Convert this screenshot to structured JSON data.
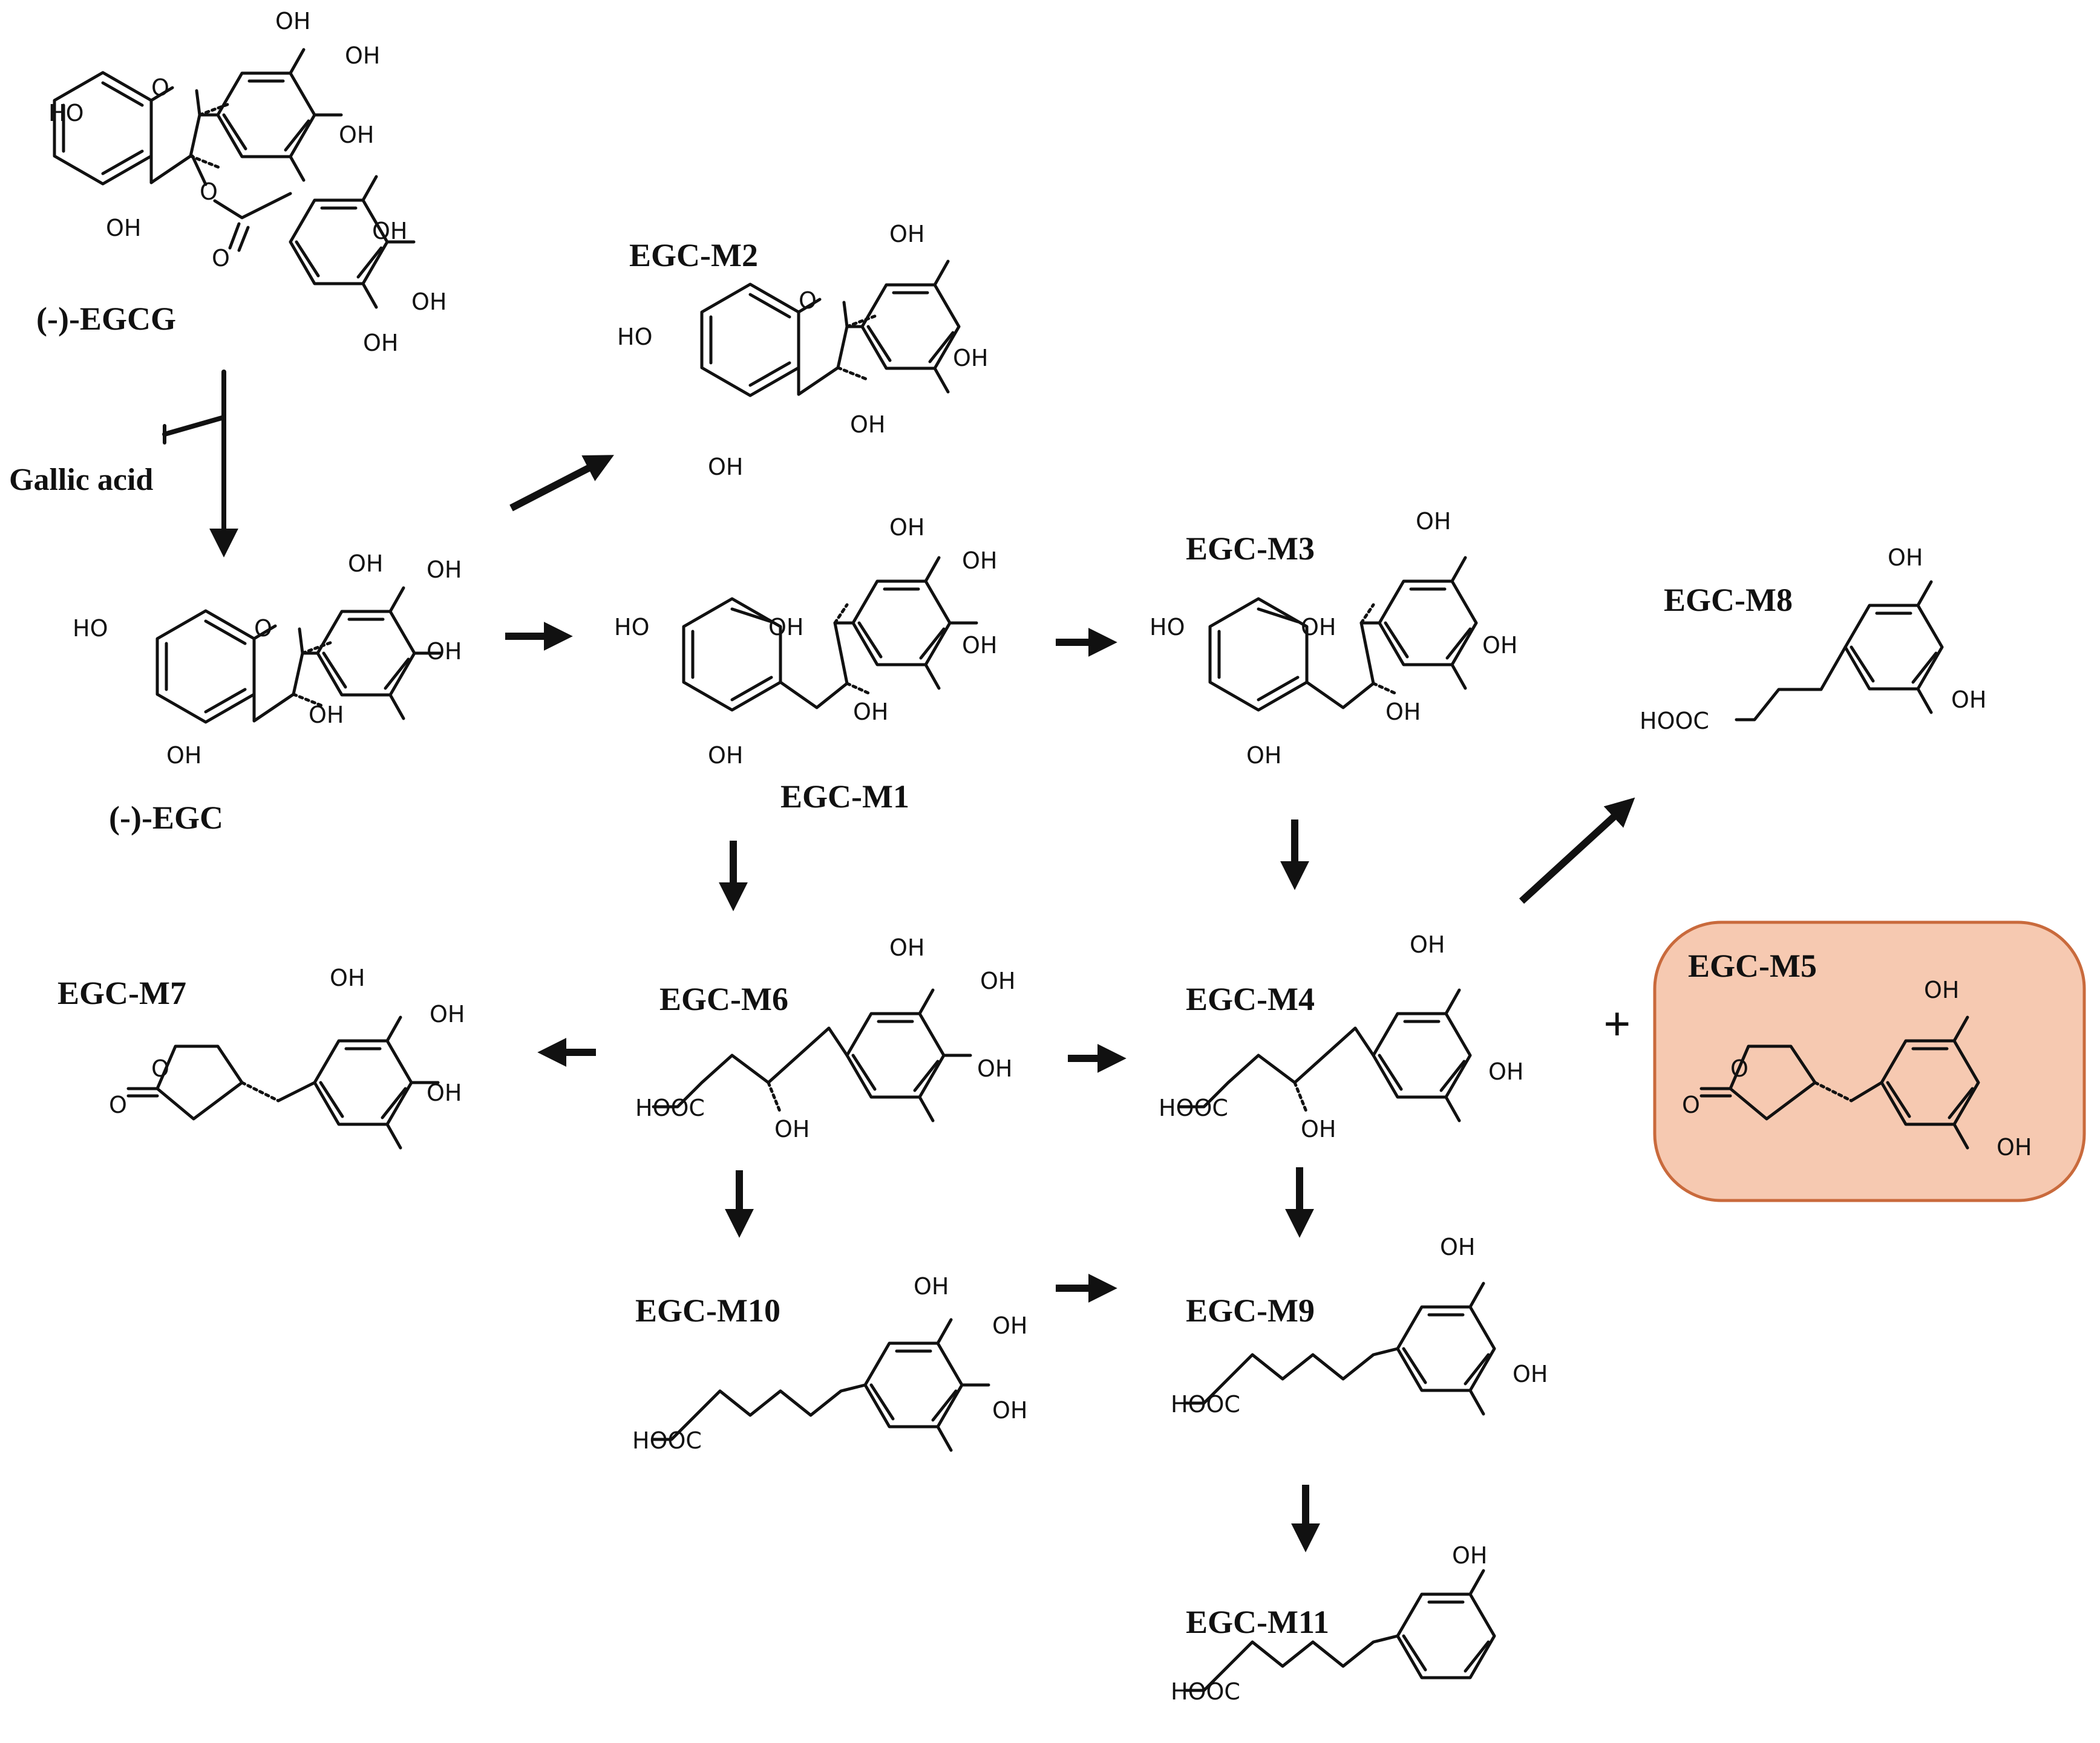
{
  "labels": {
    "egcg": "(-)-EGCG",
    "egc": "(-)-EGC",
    "gallic": "Gallic acid",
    "m1": "EGC-M1",
    "m2": "EGC-M2",
    "m3": "EGC-M3",
    "m4": "EGC-M4",
    "m5": "EGC-M5",
    "m6": "EGC-M6",
    "m7": "EGC-M7",
    "m8": "EGC-M8",
    "m9": "EGC-M9",
    "m10": "EGC-M10",
    "m11": "EGC-M11",
    "plus": "+"
  },
  "atoms": {
    "oh": "OH",
    "ho": "HO",
    "o": "O",
    "hooc": "HOOC"
  },
  "colors": {
    "highlight_fill": "#f6c9b1",
    "highlight_stroke": "#c96a3c",
    "line": "#111111"
  }
}
